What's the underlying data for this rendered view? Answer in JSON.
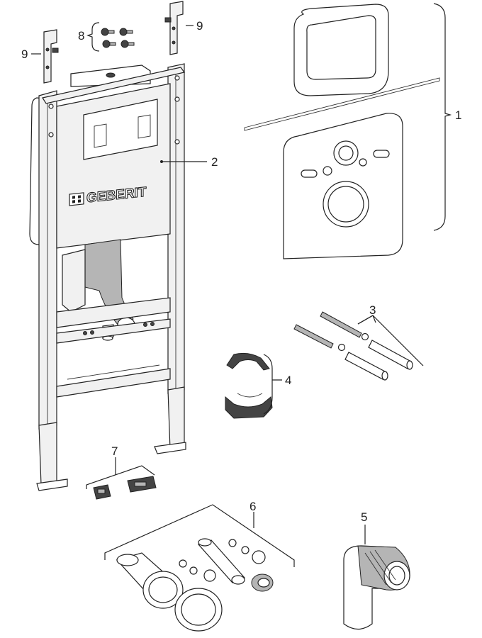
{
  "brand": {
    "logo_text": "GEBERIT"
  },
  "callouts": {
    "c1": "1",
    "c2": "2",
    "c3": "3",
    "c4": "4",
    "c5": "5",
    "c6": "6",
    "c7": "7",
    "c8": "8",
    "c9_left": "9",
    "c9_right": "9"
  },
  "colors": {
    "line": "#222222",
    "fill_light": "#f1f1f1",
    "fill_mid": "#b5b5b5",
    "fill_dark": "#444444",
    "background": "#ffffff"
  }
}
